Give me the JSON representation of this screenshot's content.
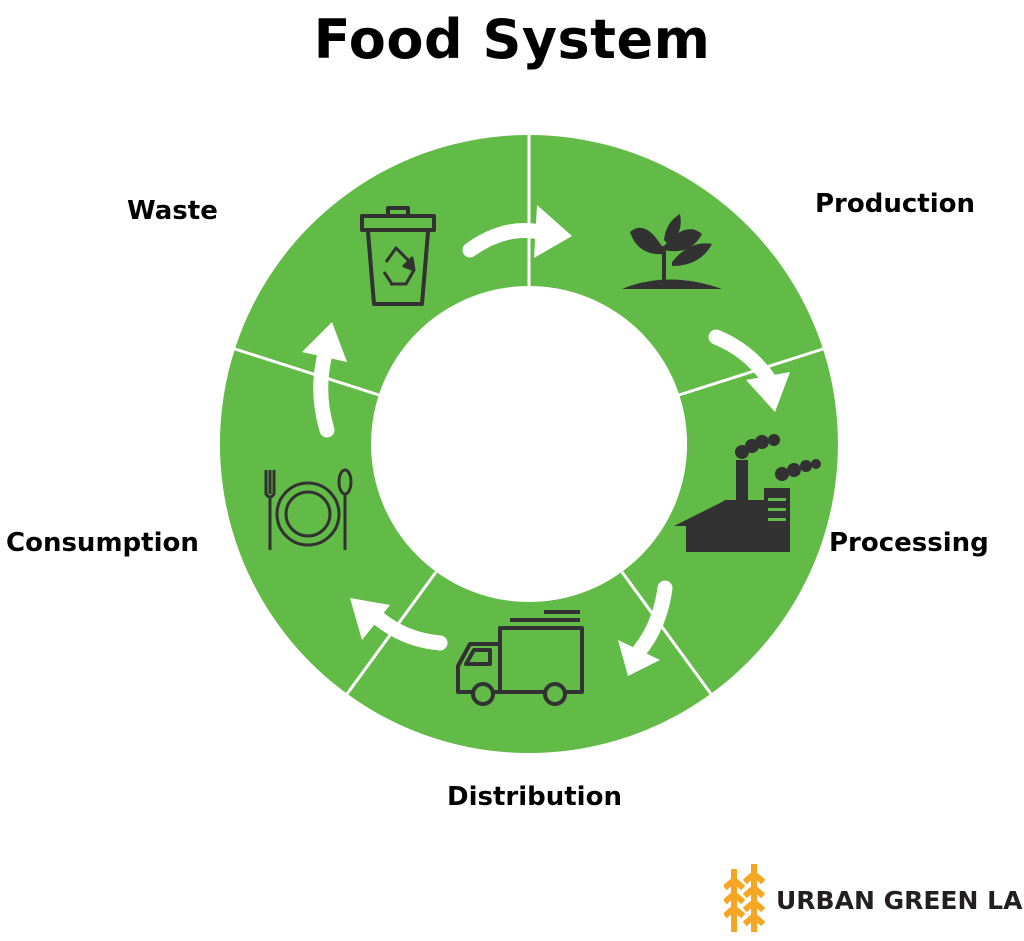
{
  "title": "Food System",
  "colors": {
    "ring": "#62bb46",
    "icon": "#323232",
    "arrow": "#ffffff",
    "logo_accent": "#f5a623"
  },
  "stages": [
    {
      "label": "Production",
      "icon": "seedling-icon"
    },
    {
      "label": "Processing",
      "icon": "factory-icon"
    },
    {
      "label": "Distribution",
      "icon": "truck-icon"
    },
    {
      "label": "Consumption",
      "icon": "plate-utensils-icon"
    },
    {
      "label": "Waste",
      "icon": "recycle-bin-icon"
    }
  ],
  "logo": {
    "text": "URBAN GREEN LAB",
    "mark": "™",
    "icon": "building-stripes-icon"
  }
}
